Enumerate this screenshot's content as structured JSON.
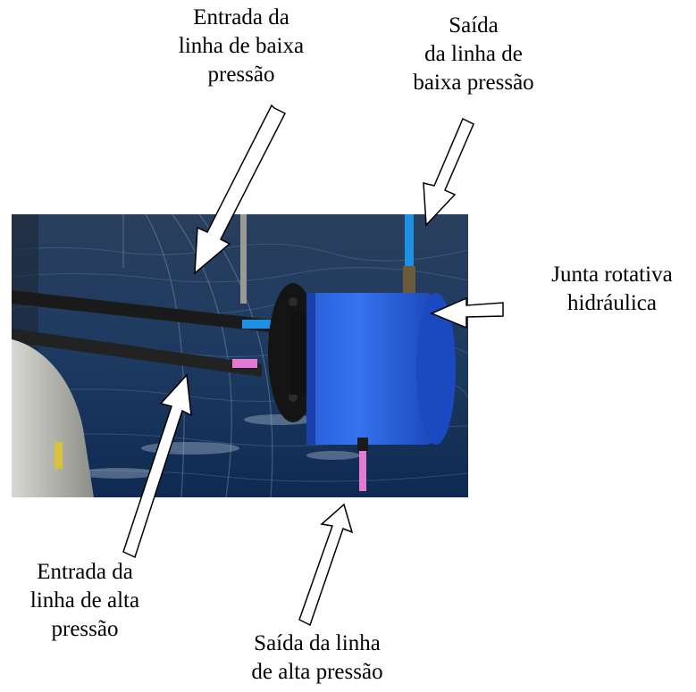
{
  "labels": {
    "low_pressure_inlet": "Entrada da\nlinha de baixa\npressão",
    "low_pressure_outlet": "Saída\nda linha de\nbaixa pressão",
    "hydraulic_swivel": "Junta rotativa\nhidráulica",
    "high_pressure_inlet": "Entrada da\nlinha de alta\npressão",
    "high_pressure_outlet": "Saída da linha\nde alta pressão"
  },
  "colors": {
    "sea": "#1f3a5c",
    "swivel_body": "#1f5fe0",
    "low_pressure_line": "#1e90e6",
    "high_pressure_line": "#e27ad6",
    "arrow_fill": "#ffffff",
    "arrow_stroke": "#000000"
  }
}
